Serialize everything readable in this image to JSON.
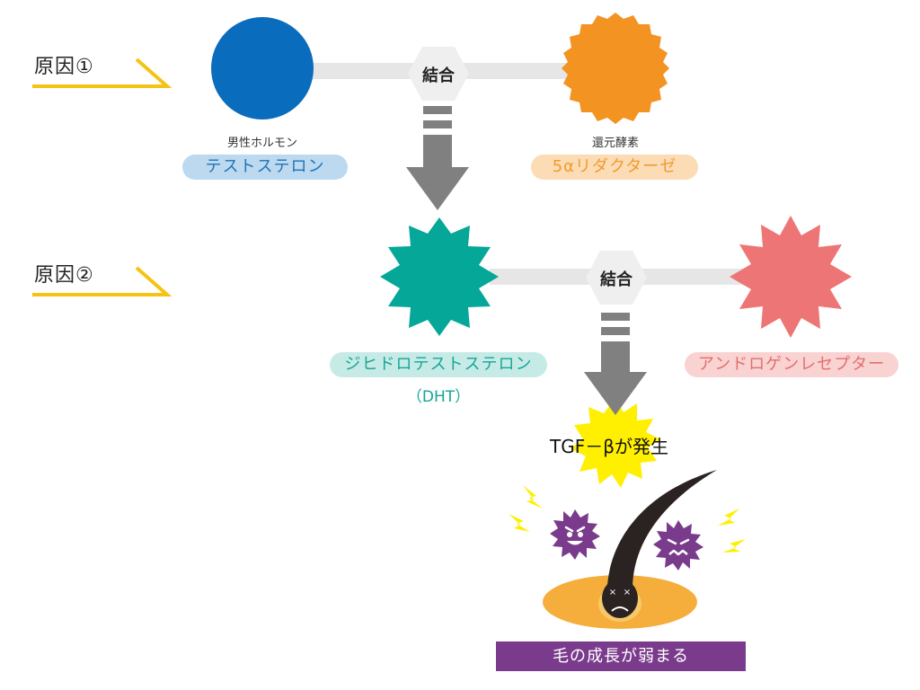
{
  "causes": {
    "cause1": "原因①",
    "cause2": "原因②"
  },
  "row1": {
    "testosterone_category": "男性ホルモン",
    "testosterone_name": "テストステロン",
    "enzyme_category": "還元酵素",
    "enzyme_name": "5αリダクターゼ",
    "bind_label": "結合"
  },
  "row2": {
    "dht_name": "ジヒドロテストステロン",
    "dht_abbrev": "（DHT）",
    "receptor_name": "アンドロゲンレセプター",
    "bind_label": "結合"
  },
  "tgf_label": "TGF－βが発生",
  "result_label": "毛の成長が弱まる",
  "colors": {
    "testosterone": "#0a6cbc",
    "enzyme": "#f39322",
    "dht": "#05a799",
    "receptor": "#ee7575",
    "tgf": "#ffef00",
    "virus": "#7a3b8c",
    "arrow": "#808080",
    "connector": "#e6e6e6",
    "cause_underline": "#f5c313",
    "result_bg": "#7a3b8c"
  }
}
